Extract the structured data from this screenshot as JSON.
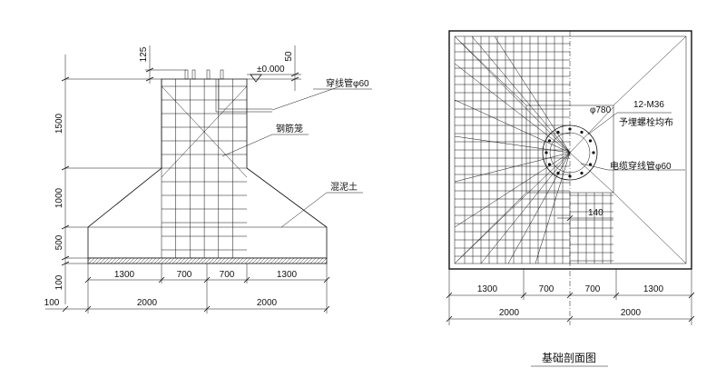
{
  "elevation": {
    "dims_vertical": [
      "125",
      "50",
      "1500",
      "1000",
      "500",
      "100"
    ],
    "dims_bottom_row1": [
      "1300",
      "700",
      "700",
      "1300"
    ],
    "dims_bottom_row2": [
      "2000",
      "2000"
    ],
    "dim_left_100": "100",
    "level_label": "±0.000",
    "labels": {
      "conduit": "穿线管φ60",
      "rebar_cage": "钢筋笼",
      "concrete": "混泥土"
    }
  },
  "plan": {
    "diameter_label": "φ780",
    "bolts_label": "12-M36",
    "bolts_note": "予埋螺栓均布",
    "cable_conduit": "电缆穿线管φ60",
    "offset_label": "140",
    "dims_row1": [
      "1300",
      "700",
      "700",
      "1300"
    ],
    "dims_row2": [
      "2000",
      "2000"
    ]
  },
  "caption": "基础剖面图"
}
